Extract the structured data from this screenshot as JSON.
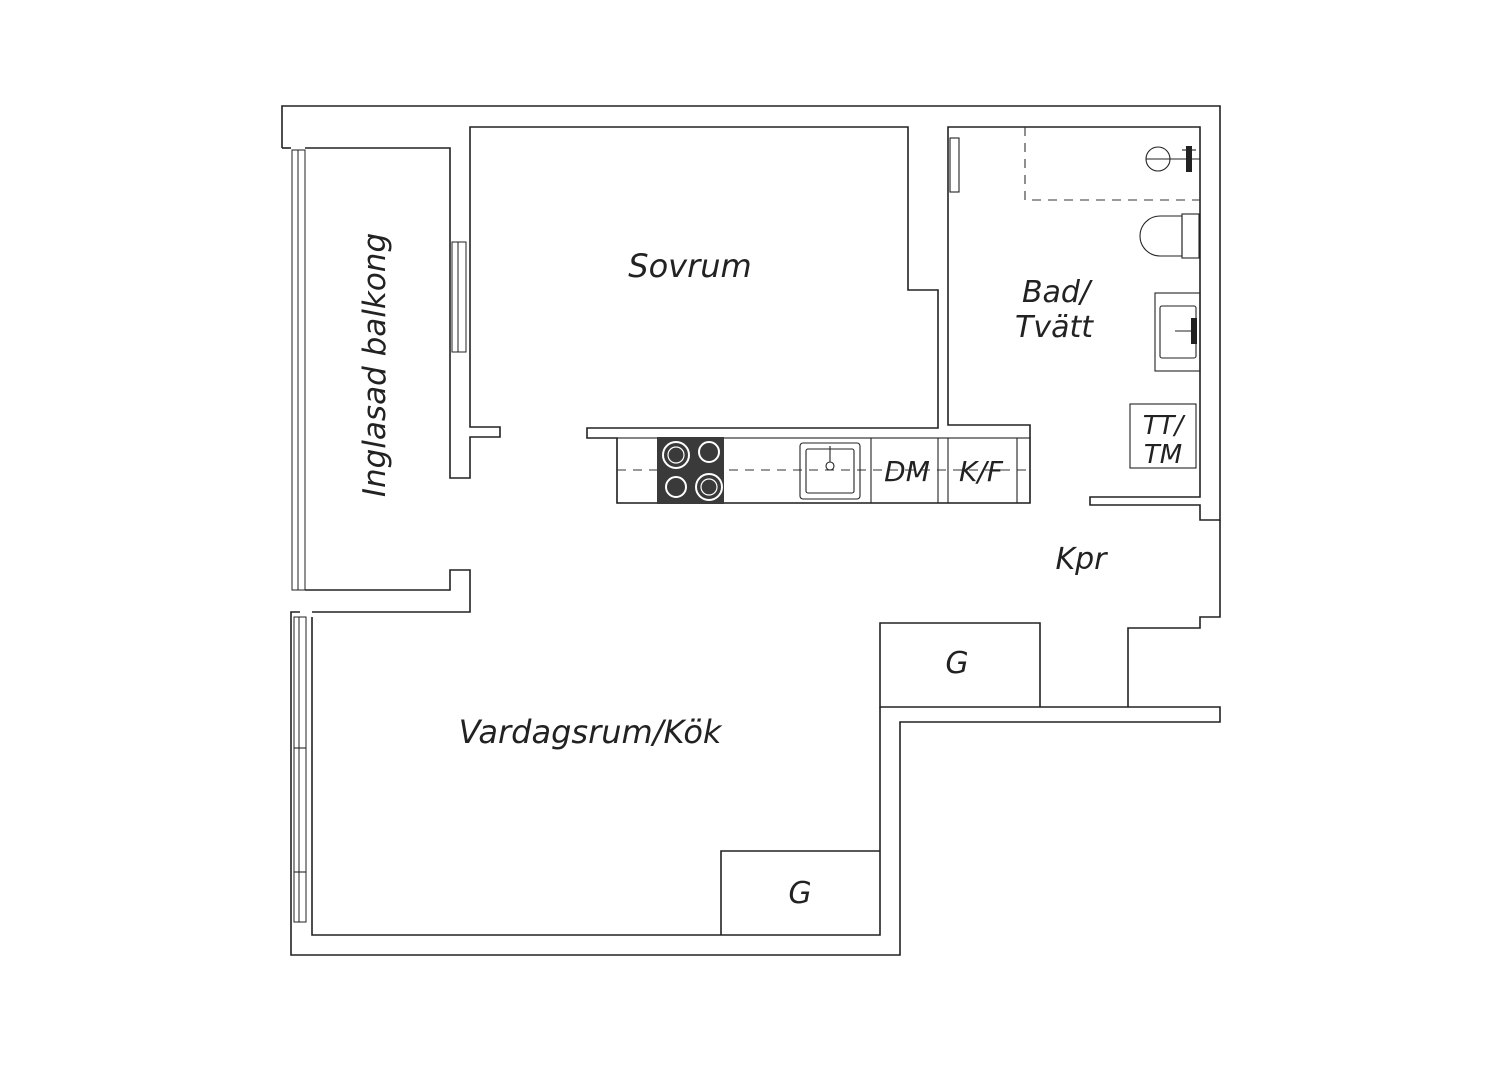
{
  "floorplan": {
    "rooms": {
      "bedroom": "Sovrum",
      "balcony": "Inglasad balkong",
      "bath": [
        "Bad/",
        "Tvätt"
      ],
      "living": "Vardagsrum/Kök",
      "closet": "Kpr"
    },
    "fixtures": {
      "dishwasher": "DM",
      "fridge": "K/F",
      "washer": [
        "TT/",
        "TM"
      ],
      "wardrobe_1": "G",
      "wardrobe_2": "G"
    },
    "colors": {
      "line": "#222222",
      "background": "#ffffff",
      "stove": "#3a3a3a"
    }
  }
}
